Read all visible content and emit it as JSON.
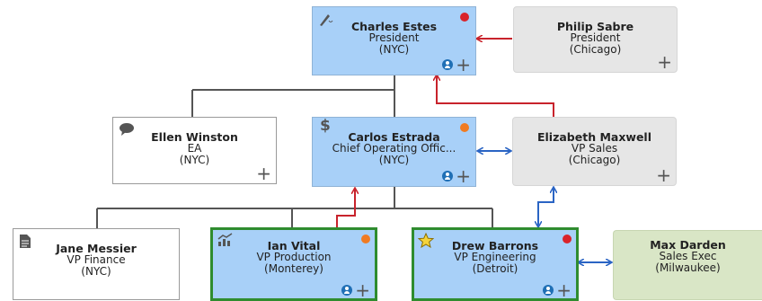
{
  "colors": {
    "card_blue": "#a8d0f8",
    "card_gray": "#e6e6e6",
    "card_sage": "#d9e6c6",
    "selected_border": "#2f8c2f",
    "line_red": "#c8232c",
    "line_blue": "#2a64c4",
    "connector_gray": "#555555"
  },
  "nodes": {
    "charles": {
      "name": "Charles Estes",
      "title": "President",
      "location": "(NYC)",
      "icon": "pen-icon",
      "status": "red"
    },
    "philip": {
      "name": "Philip Sabre",
      "title": "President",
      "location": "(Chicago)"
    },
    "ellen": {
      "name": "Ellen Winston",
      "title": "EA",
      "location": "(NYC)",
      "icon": "comment-icon"
    },
    "carlos": {
      "name": "Carlos Estrada",
      "title": "Chief Operating Offic...",
      "location": "(NYC)",
      "icon": "dollar-icon",
      "status": "orange"
    },
    "elizabeth": {
      "name": "Elizabeth Maxwell",
      "title": "VP Sales",
      "location": "(Chicago)"
    },
    "jane": {
      "name": "Jane Messier",
      "title": "VP Finance",
      "location": "(NYC)",
      "icon": "document-icon"
    },
    "ian": {
      "name": "Ian Vital",
      "title": "VP Production",
      "location": "(Monterey)",
      "icon": "chart-icon",
      "status": "orange"
    },
    "drew": {
      "name": "Drew Barrons",
      "title": "VP Engineering",
      "location": "(Detroit)",
      "icon": "star-icon",
      "status": "red"
    },
    "max": {
      "name": "Max Darden",
      "title": "Sales Exec",
      "location": "(Milwaukee)"
    }
  }
}
